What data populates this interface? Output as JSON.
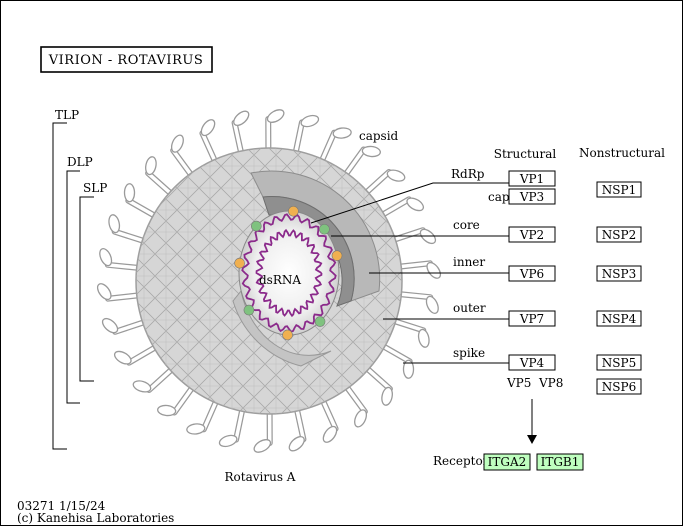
{
  "title": "VIRION  -  ROTAVIRUS",
  "layers": {
    "tlp": "TLP",
    "dlp": "DLP",
    "slp": "SLP"
  },
  "labels": {
    "capsid": "capsid",
    "dsrna": "dsRNA",
    "rdrp": "RdRp",
    "cap": "cap",
    "core": "core",
    "inner": "inner",
    "outer": "outer",
    "spike": "spike",
    "virus_name": "Rotavirus A",
    "vp5": "VP5",
    "vp8": "VP8",
    "receptor": "Receptor"
  },
  "columns": {
    "structural": "Structural",
    "nonstructural": "Nonstructural"
  },
  "structural": [
    "VP1",
    "VP3",
    "VP2",
    "VP6",
    "VP7",
    "VP4"
  ],
  "nonstructural": [
    "NSP1",
    "NSP2",
    "NSP3",
    "NSP4",
    "NSP5",
    "NSP6"
  ],
  "receptors": [
    "ITGA2",
    "ITGB1"
  ],
  "footer": {
    "code": "03271 1/15/24",
    "copyright": "(c) Kanehisa Laboratories"
  },
  "colors": {
    "receptor_fill": "#bfffbf",
    "capsid_gray": "#d0d0d0",
    "core_gray": "#9a9a9a",
    "rna_purple": "#8b2a8b",
    "polymerase_green": "#7fc27f",
    "polymerase_orange": "#f0b050"
  }
}
